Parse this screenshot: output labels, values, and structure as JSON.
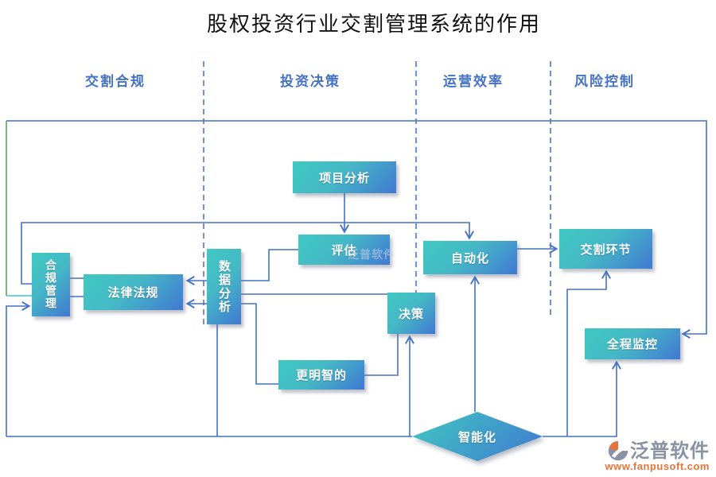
{
  "title": "股权投资行业交割管理系统的作用",
  "columns": [
    {
      "id": "delivery-compliance",
      "label": "交割合规"
    },
    {
      "id": "investment-decision",
      "label": "投资决策"
    },
    {
      "id": "operational-efficiency",
      "label": "运营效率"
    },
    {
      "id": "risk-control",
      "label": "风险控制"
    }
  ],
  "nodes": {
    "project_analysis": {
      "label": "项目分析",
      "column": "投资决策"
    },
    "evaluate": {
      "label": "评估",
      "column": "投资决策"
    },
    "data_analysis": {
      "label": "数据分析",
      "column": "投资决策",
      "orientation": "vertical"
    },
    "compliance_mgmt": {
      "label": "合规管理",
      "column": "交割合规",
      "orientation": "vertical"
    },
    "laws": {
      "label": "法律法规",
      "column": "交割合规"
    },
    "automation": {
      "label": "自动化",
      "column": "运营效率"
    },
    "delivery_link": {
      "label": "交割环节",
      "column": "风险控制"
    },
    "decision": {
      "label": "决策",
      "column": "投资决策"
    },
    "smarter": {
      "label": "更明智的",
      "column": "投资决策"
    },
    "monitoring": {
      "label": "全程监控",
      "column": "风险控制"
    },
    "intelligent": {
      "label": "智能化",
      "column": "运营效率",
      "shape": "diamond"
    }
  },
  "edges": [
    {
      "from": "project_analysis",
      "to": "evaluate",
      "arrow": true
    },
    {
      "from": "evaluate",
      "to": "laws",
      "arrow": true
    },
    {
      "from": "smarter",
      "to": "laws",
      "arrow": true
    },
    {
      "from": "compliance_mgmt",
      "to": "laws",
      "arrow": false
    },
    {
      "from": "compliance_mgmt",
      "to": "automation",
      "arrow": true
    },
    {
      "from": "automation",
      "to": "delivery_link",
      "arrow": true
    },
    {
      "from": "data_analysis",
      "to": "decision",
      "arrow": false
    },
    {
      "from": "decision",
      "to": "smarter",
      "arrow": false
    },
    {
      "from": "intelligent",
      "to": "automation",
      "arrow": true
    },
    {
      "from": "intelligent",
      "to": "decision",
      "arrow": true
    },
    {
      "from": "intelligent",
      "to": "data_analysis",
      "arrow": false
    },
    {
      "from": "intelligent",
      "to": "compliance_mgmt",
      "arrow": true
    },
    {
      "from": "intelligent",
      "to": "delivery_link",
      "arrow": true
    },
    {
      "from": "intelligent",
      "to": "monitoring",
      "arrow": true
    },
    {
      "from": "compliance_mgmt",
      "to": "monitoring",
      "arrow": true,
      "note": "outer loop via top border"
    }
  ],
  "watermark": {
    "brand": "泛普软件",
    "url": "www.fanpusoft.com"
  },
  "colors": {
    "connector": "#4472C4",
    "header_text": "#4472C4",
    "node_gradient_start": "#3FC9C1",
    "node_gradient_end": "#4178D2",
    "green_line": "#4CAF50",
    "teal_line": "#3EC6C0",
    "watermark_brand": "#8a92a3",
    "watermark_url": "#E8743B"
  }
}
